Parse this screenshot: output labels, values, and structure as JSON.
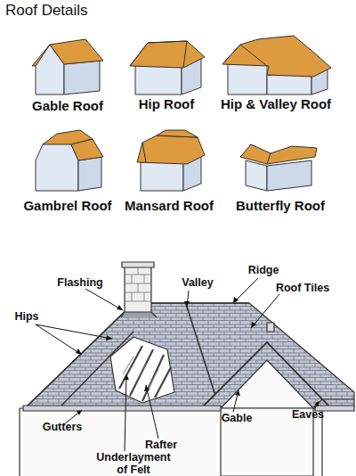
{
  "diagram": {
    "title": "Roof Details",
    "labels": [
      "Gable Roof",
      "Hip Roof",
      "Hip & Valley Roof",
      "Gambrel Roof",
      "Mansard Roof",
      "Butterfly Roof",
      "Flashing",
      "Valley",
      "Ridge",
      "Roof Tiles",
      "Hips",
      "Gutters",
      "Rafter",
      "Underlayment of Felt",
      "Gable",
      "Eaves"
    ]
  }
}
